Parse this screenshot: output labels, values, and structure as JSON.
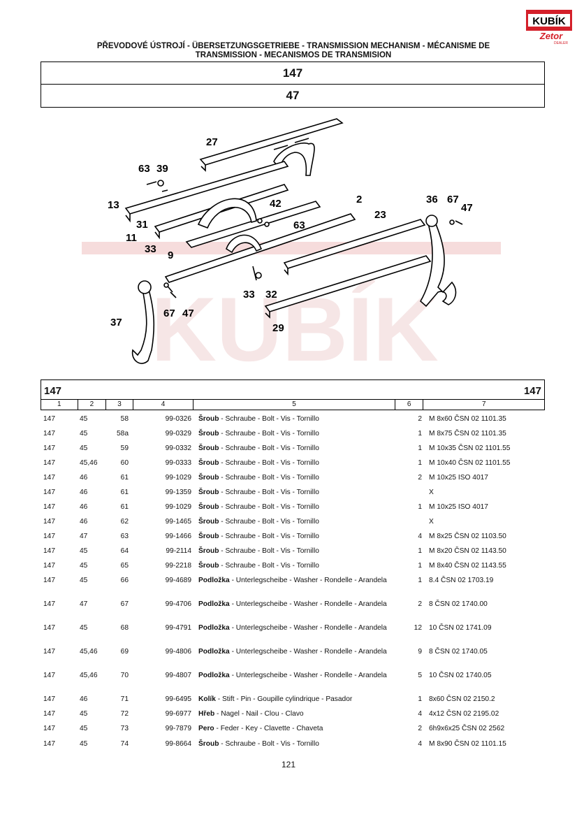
{
  "logo": {
    "top_text": "KUBÍK",
    "bottom_text": "Zetor",
    "sub_text": "DEALER"
  },
  "title": "PŘEVODOVÉ ÚSTROJÍ - ÜBERSETZUNGSGETRIEBE - TRANSMISSION MECHANISM - MÉCANISME DE TRANSMISSION - MECANISMOS DE TRANSMISION",
  "header": {
    "row1": "147",
    "row2": "47"
  },
  "diagram_labels": {
    "l27": "27",
    "l63a": "63",
    "l39": "39",
    "l13": "13",
    "l42": "42",
    "l2": "2",
    "l36": "36",
    "l67a": "67",
    "l47a": "47",
    "l31": "31",
    "l63b": "63",
    "l11": "11",
    "l23": "23",
    "l33a": "33",
    "l9": "9",
    "l33b": "33",
    "l32": "32",
    "l37": "37",
    "l67b": "67",
    "l47b": "47",
    "l29": "29"
  },
  "table": {
    "code_left": "147",
    "code_right": "147",
    "columns": [
      "1",
      "2",
      "3",
      "4",
      "5",
      "6",
      "7"
    ],
    "rows": [
      {
        "c1": "147",
        "c2": "45",
        "c3": "58",
        "c4": "99-0326",
        "name": "Šroub",
        "desc": " - Schraube - Bolt - Vis - Tornillo",
        "c6": "2",
        "c7": "M 8x60 ČSN 02 1101.35"
      },
      {
        "c1": "147",
        "c2": "45",
        "c3": "58a",
        "c4": "99-0329",
        "name": "Šroub",
        "desc": " - Schraube - Bolt - Vis - Tornillo",
        "c6": "1",
        "c7": "M 8x75 ČSN 02 1101.35"
      },
      {
        "c1": "147",
        "c2": "45",
        "c3": "59",
        "c4": "99-0332",
        "name": "Šroub",
        "desc": " - Schraube - Bolt - Vis - Tornillo",
        "c6": "1",
        "c7": "M 10x35 ČSN 02 1101.55"
      },
      {
        "c1": "147",
        "c2": "45,46",
        "c3": "60",
        "c4": "99-0333",
        "name": "Šroub",
        "desc": " - Schraube - Bolt - Vis - Tornillo",
        "c6": "1",
        "c7": "M 10x40 ČSN 02 1101.55"
      },
      {
        "c1": "147",
        "c2": "46",
        "c3": "61",
        "c4": "99-1029",
        "name": "Šroub",
        "desc": " - Schraube - Bolt - Vis - Tornillo",
        "c6": "2",
        "c7": "M 10x25 ISO 4017"
      },
      {
        "c1": "147",
        "c2": "46",
        "c3": "61",
        "c4": "99-1359",
        "name": "Šroub",
        "desc": " - Schraube - Bolt - Vis - Tornillo",
        "c6": "",
        "c7": "X"
      },
      {
        "c1": "147",
        "c2": "46",
        "c3": "61",
        "c4": "99-1029",
        "name": "Šroub",
        "desc": " - Schraube - Bolt - Vis - Tornillo",
        "c6": "1",
        "c7": "M 10x25 ISO 4017"
      },
      {
        "c1": "147",
        "c2": "46",
        "c3": "62",
        "c4": "99-1465",
        "name": "Šroub",
        "desc": " - Schraube - Bolt - Vis - Tornillo",
        "c6": "",
        "c7": "X"
      },
      {
        "c1": "147",
        "c2": "47",
        "c3": "63",
        "c4": "99-1466",
        "name": "Šroub",
        "desc": " - Schraube - Bolt - Vis - Tornillo",
        "c6": "4",
        "c7": "M 8x25 ČSN 02 1103.50"
      },
      {
        "c1": "147",
        "c2": "45",
        "c3": "64",
        "c4": "99-2114",
        "name": "Šroub",
        "desc": " - Schraube - Bolt - Vis - Tornillo",
        "c6": "1",
        "c7": "M 8x20 ČSN 02 1143.50"
      },
      {
        "c1": "147",
        "c2": "45",
        "c3": "65",
        "c4": "99-2218",
        "name": "Šroub",
        "desc": " - Schraube - Bolt - Vis - Tornillo",
        "c6": "1",
        "c7": "M 8x40 ČSN 02 1143.55"
      },
      {
        "c1": "147",
        "c2": "45",
        "c3": "66",
        "c4": "99-4689",
        "name": "Podložka",
        "desc": " - Unterlegscheibe - Washer - Rondelle - Arandela",
        "c6": "1",
        "c7": "8.4 ČSN 02 1703.19"
      },
      {
        "c1": "147",
        "c2": "47",
        "c3": "67",
        "c4": "99-4706",
        "name": "Podložka",
        "desc": " - Unterlegscheibe - Washer - Rondelle - Arandela",
        "c6": "2",
        "c7": "8 ČSN 02 1740.00"
      },
      {
        "c1": "147",
        "c2": "45",
        "c3": "68",
        "c4": "99-4791",
        "name": "Podložka",
        "desc": " - Unterlegscheibe - Washer - Rondelle - Arandela",
        "c6": "12",
        "c7": "10 ČSN 02 1741.09"
      },
      {
        "c1": "147",
        "c2": "45,46",
        "c3": "69",
        "c4": "99-4806",
        "name": "Podložka",
        "desc": " - Unterlegscheibe - Washer - Rondelle - Arandela",
        "c6": "9",
        "c7": "8 ČSN 02 1740.05"
      },
      {
        "c1": "147",
        "c2": "45,46",
        "c3": "70",
        "c4": "99-4807",
        "name": "Podložka",
        "desc": " - Unterlegscheibe - Washer - Rondelle - Arandela",
        "c6": "5",
        "c7": "10 ČSN 02 1740.05"
      },
      {
        "c1": "147",
        "c2": "46",
        "c3": "71",
        "c4": "99-6495",
        "name": "Kolík",
        "desc": " - Stift - Pin - Goupille cylindrique - Pasador",
        "c6": "1",
        "c7": "8x60 ČSN 02 2150.2"
      },
      {
        "c1": "147",
        "c2": "45",
        "c3": "72",
        "c4": "99-6977",
        "name": "Hřeb",
        "desc": " - Nagel - Nail - Clou - Clavo",
        "c6": "4",
        "c7": "4x12 ČSN 02 2195.02"
      },
      {
        "c1": "147",
        "c2": "45",
        "c3": "73",
        "c4": "99-7879",
        "name": "Pero",
        "desc": " - Feder - Key - Clavette - Chaveta",
        "c6": "2",
        "c7": "6h9x6x25 ČSN 02 2562"
      },
      {
        "c1": "147",
        "c2": "45",
        "c3": "74",
        "c4": "99-8664",
        "name": "Šroub",
        "desc": " - Schraube - Bolt - Vis - Tornillo",
        "c6": "4",
        "c7": "M 8x90 ČSN 02 1101.15"
      }
    ]
  },
  "page_number": "121",
  "colors": {
    "logo_red": "#d4202a",
    "watermark": "#f6dcdc"
  }
}
